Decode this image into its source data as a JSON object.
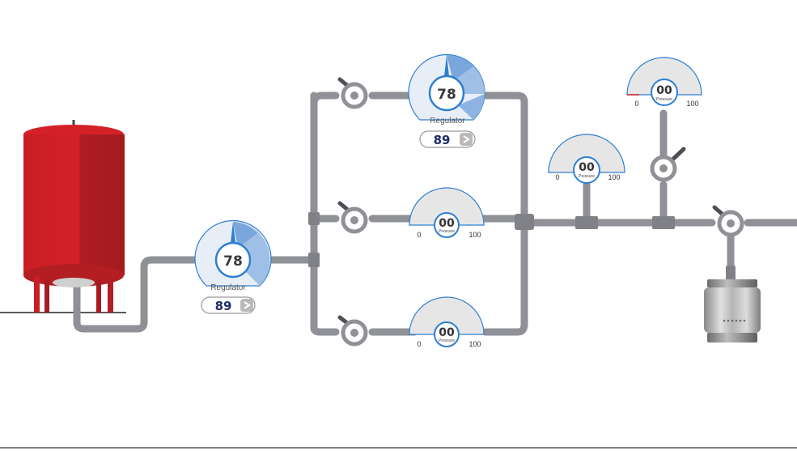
{
  "regulators": [
    {
      "id": "main",
      "value": "78",
      "label": "Regulator",
      "setpoint": "89"
    },
    {
      "id": "top",
      "value": "78",
      "label": "Regulator",
      "setpoint": "89"
    }
  ],
  "pressure_gauges": [
    {
      "id": "mid",
      "value": "00",
      "label": "Pressure",
      "min": "0",
      "max": "100"
    },
    {
      "id": "bottom",
      "value": "00",
      "label": "Pressure",
      "min": "0",
      "max": "100"
    },
    {
      "id": "right-1",
      "value": "00",
      "label": "Pressure",
      "min": "0",
      "max": "100"
    },
    {
      "id": "right-2",
      "value": "00",
      "label": "Pressure",
      "min": "0",
      "max": "100"
    }
  ],
  "colors": {
    "pipe": "#8f9196",
    "tank": "#d42127",
    "tank_shade": "#ad1d22",
    "gauge_blue": "#2f7fd1",
    "gauge_fill": "#e6e6e6",
    "setpoint_text": "#1f2d6b"
  }
}
